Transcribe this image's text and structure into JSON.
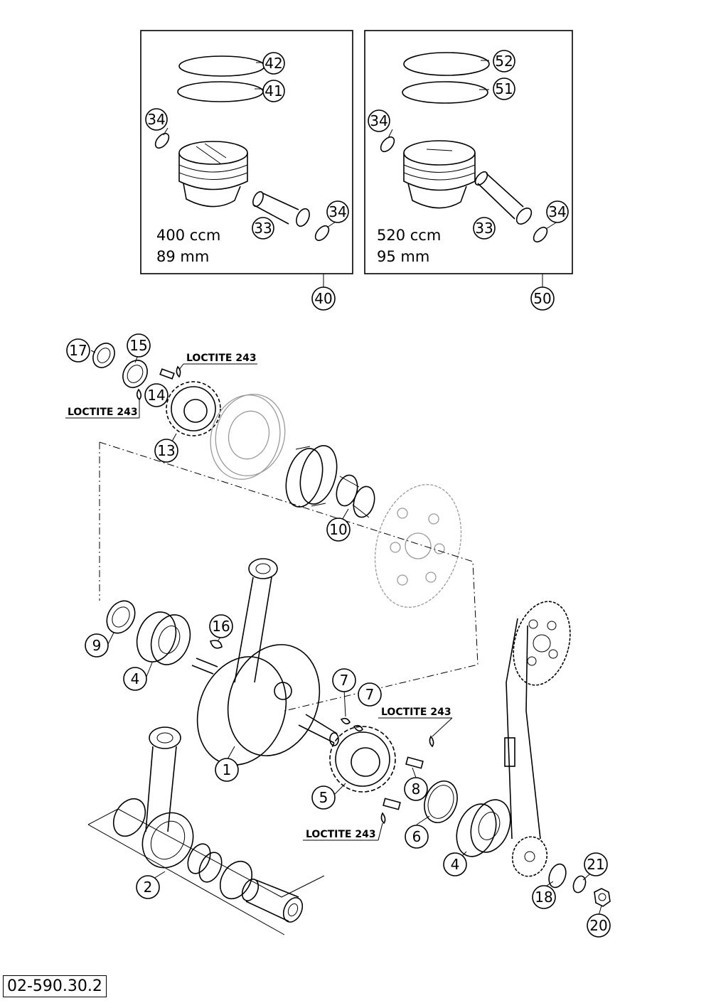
{
  "drawing_code": "02-590.30.2",
  "piston_kits": [
    {
      "kit_ref": "40",
      "displacement": "400 ccm",
      "bore": "89 mm"
    },
    {
      "kit_ref": "50",
      "displacement": "520 ccm",
      "bore": "95 mm"
    }
  ],
  "kit_callouts": {
    "left": {
      "ring_top": "42",
      "ring_bottom": "41",
      "clip_a": "34",
      "pin": "33",
      "clip_b": "34"
    },
    "right": {
      "ring_top": "52",
      "ring_bottom": "51",
      "clip_a": "34",
      "pin": "33",
      "clip_b": "34"
    }
  },
  "callouts": {
    "c1": "1",
    "c2": "2",
    "c4a": "4",
    "c4b": "4",
    "c5": "5",
    "c6": "6",
    "c7a": "7",
    "c7b": "7",
    "c8": "8",
    "c9": "9",
    "c10": "10",
    "c13": "13",
    "c14": "14",
    "c15": "15",
    "c16": "16",
    "c17": "17",
    "c18": "18",
    "c20": "20",
    "c21": "21"
  },
  "notes": {
    "loctite_1": "LOCTITE 243",
    "loctite_2": "LOCTITE 243",
    "loctite_3": "LOCTITE 243",
    "loctite_4": "LOCTITE 243"
  }
}
